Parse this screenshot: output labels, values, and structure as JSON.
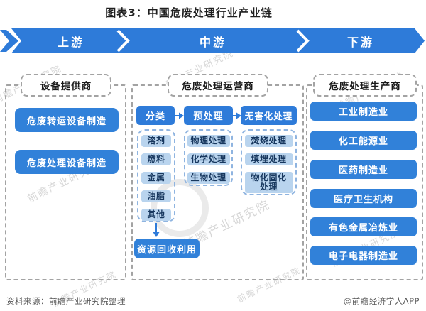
{
  "title": "图表3：中国危废处理行业产业链",
  "banner": {
    "segments": [
      {
        "label": "上游"
      },
      {
        "label": "中游"
      },
      {
        "label": "下游"
      }
    ]
  },
  "columns": {
    "upstream": {
      "header": "设备提供商",
      "items": [
        "危废转运设备制造",
        "危废处理设备制造"
      ]
    },
    "midstream": {
      "header": "危废处理运营商",
      "stages": [
        {
          "label": "分类",
          "items": [
            "溶剂",
            "燃料",
            "金属",
            "油脂",
            "其他"
          ]
        },
        {
          "label": "预处理",
          "items": [
            "物理处理",
            "化学处理",
            "生物处理"
          ]
        },
        {
          "label": "无害化处理",
          "items": [
            "焚烧处理",
            "填埋处理",
            "物化固化处理"
          ]
        }
      ],
      "recycle": "资源回收利用"
    },
    "downstream": {
      "header": "危废处理生产商",
      "items": [
        "工业制造业",
        "化工能源业",
        "医药制造业",
        "医疗卫生机构",
        "有色金属冶炼业",
        "电子电器制造业"
      ]
    }
  },
  "footer": {
    "source": "资料来源：前瞻产业研究院整理",
    "credit": "@前瞻经济学人APP"
  },
  "watermark": {
    "text": "前瞻产业研究院"
  },
  "colors": {
    "banner_blue": "#2e7bd9",
    "button_blue": "#3181d9",
    "chip_blue": "#b9d4ee",
    "chip_text": "#17375e",
    "dashed_gray": "#a3a3a3",
    "dashed_blue": "#8fb4e0"
  }
}
